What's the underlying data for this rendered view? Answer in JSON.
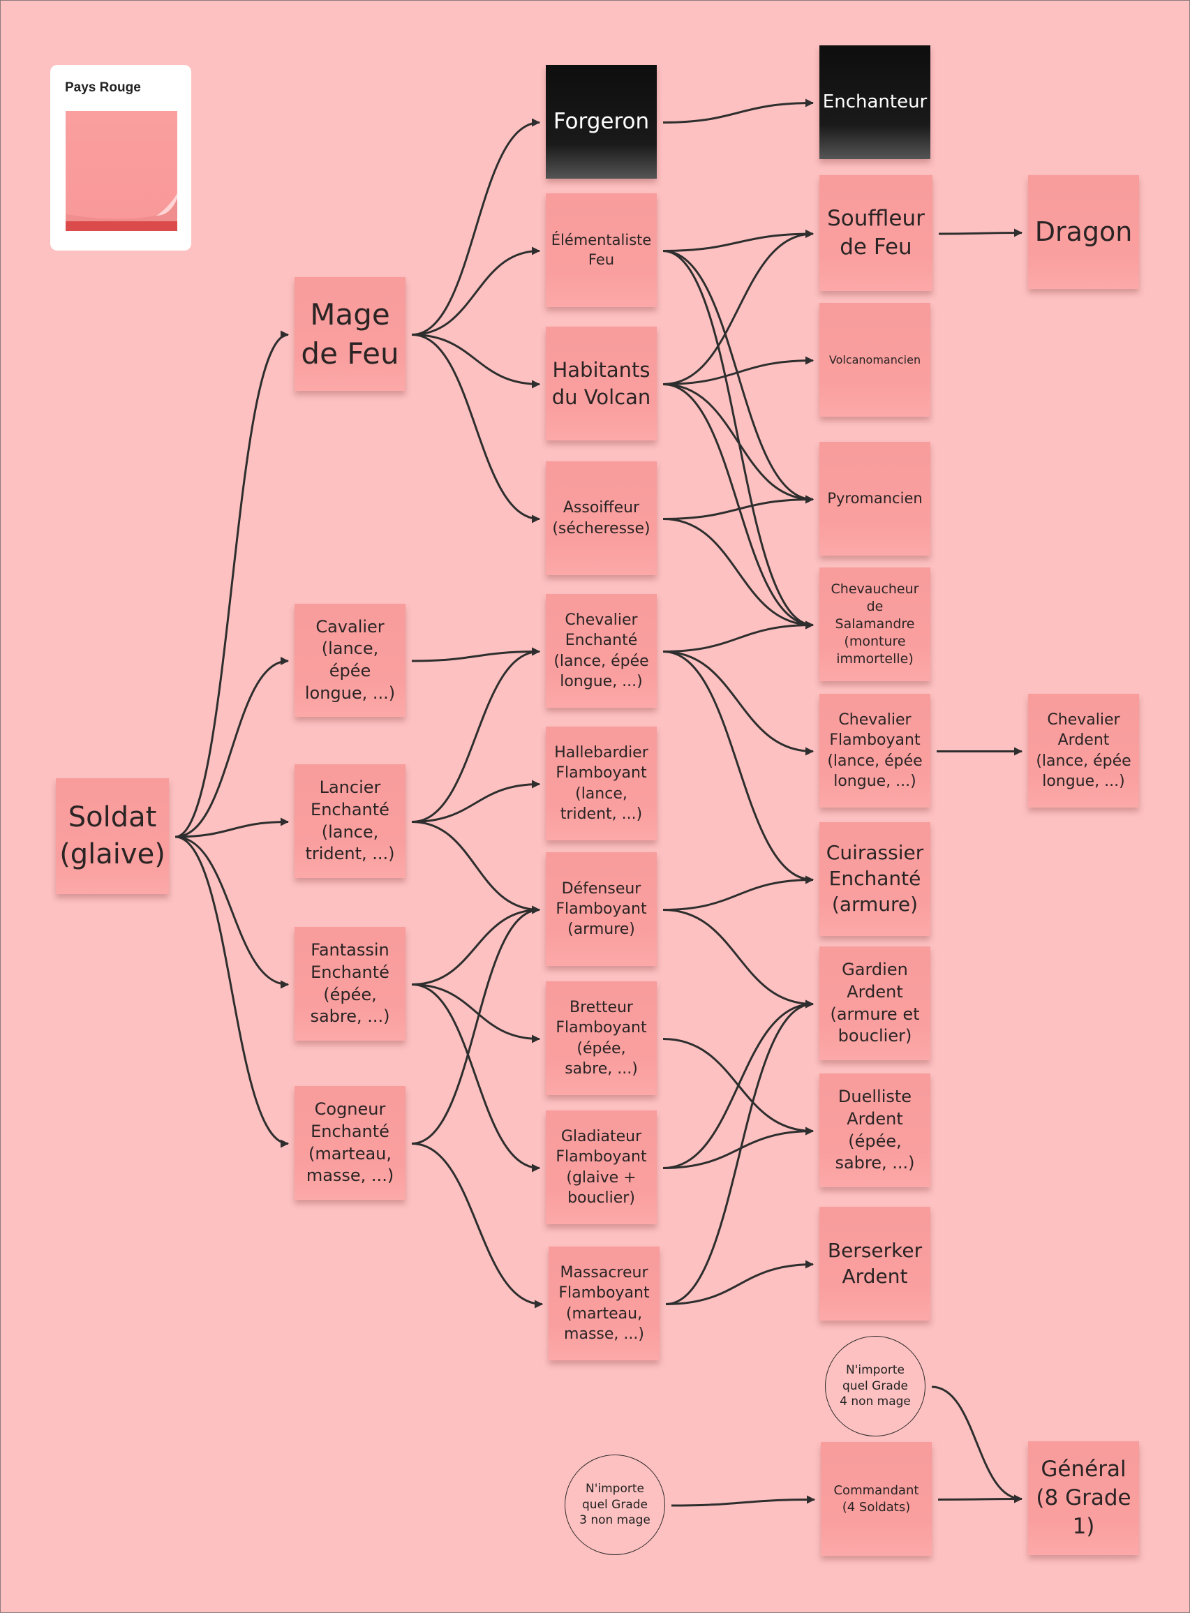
{
  "legend": {
    "title": "Pays Rouge"
  },
  "colors": {
    "note": "#fa9f9f",
    "dark_note": "#111111",
    "board": "#fdc1c1",
    "edge": "#2e2e2e"
  },
  "nodes": {
    "soldat": "Soldat\n(glaive)",
    "mage_feu": "Mage\nde Feu",
    "cavalier": "Cavalier\n(lance,\népée\nlongue, ...)",
    "lancier": "Lancier\nEnchanté\n(lance,\ntrident, ...)",
    "fantassin": "Fantassin\nEnchanté\n(épée,\nsabre, ...)",
    "cogneur": "Cogneur\nEnchanté\n(marteau,\nmasse, ...)",
    "forgeron": "Forgeron",
    "elementaliste": "Élémentaliste\nFeu",
    "habitants": "Habitants\ndu Volcan",
    "assoiffeur": "Assoiffeur\n(sécheresse)",
    "chev_enchante": "Chevalier\nEnchanté\n(lance, épée\nlongue, ...)",
    "hallebardier": "Hallebardier\nFlamboyant\n(lance,\ntrident, ...)",
    "defenseur": "Défenseur\nFlamboyant\n(armure)",
    "bretteur": "Bretteur\nFlamboyant\n(épée,\nsabre, ...)",
    "gladiateur": "Gladiateur\nFlamboyant\n(glaive +\nbouclier)",
    "massacreur": "Massacreur\nFlamboyant\n(marteau,\nmasse, ...)",
    "enchanteur": "Enchanteur",
    "souffleur": "Souffleur\nde Feu",
    "volcanomancien": "Volcanomancien",
    "pyromancien": "Pyromancien",
    "chevaucheur": "Chevaucheur\nde\nSalamandre\n(monture\nimmortelle)",
    "chev_flamboyant": "Chevalier\nFlamboyant\n(lance, épée\nlongue, ...)",
    "cuirassier": "Cuirassier\nEnchanté\n(armure)",
    "gardien": "Gardien\nArdent\n(armure et\nbouclier)",
    "duelliste": "Duelliste\nArdent\n(épée,\nsabre, ...)",
    "berserker": "Berserker\nArdent",
    "commandant": "Commandant\n(4 Soldats)",
    "dragon": "Dragon",
    "chev_ardent": "Chevalier\nArdent\n(lance, épée\nlongue, ...)",
    "general": "Général\n(8 Grade\n1)",
    "any_g4": "N'importe\nquel Grade\n4 non mage",
    "any_g3": "N'importe\nquel Grade\n3 non mage"
  },
  "edges": [
    [
      "soldat",
      "mage_feu"
    ],
    [
      "soldat",
      "cavalier"
    ],
    [
      "soldat",
      "lancier"
    ],
    [
      "soldat",
      "fantassin"
    ],
    [
      "soldat",
      "cogneur"
    ],
    [
      "mage_feu",
      "forgeron"
    ],
    [
      "mage_feu",
      "elementaliste"
    ],
    [
      "mage_feu",
      "habitants"
    ],
    [
      "mage_feu",
      "assoiffeur"
    ],
    [
      "forgeron",
      "enchanteur"
    ],
    [
      "elementaliste",
      "souffleur"
    ],
    [
      "elementaliste",
      "pyromancien"
    ],
    [
      "elementaliste",
      "chevaucheur"
    ],
    [
      "habitants",
      "souffleur"
    ],
    [
      "habitants",
      "volcanomancien"
    ],
    [
      "habitants",
      "pyromancien"
    ],
    [
      "habitants",
      "chevaucheur"
    ],
    [
      "assoiffeur",
      "pyromancien"
    ],
    [
      "assoiffeur",
      "chevaucheur"
    ],
    [
      "souffleur",
      "dragon"
    ],
    [
      "cavalier",
      "chev_enchante"
    ],
    [
      "lancier",
      "chev_enchante"
    ],
    [
      "lancier",
      "hallebardier"
    ],
    [
      "lancier",
      "defenseur"
    ],
    [
      "fantassin",
      "defenseur"
    ],
    [
      "fantassin",
      "bretteur"
    ],
    [
      "fantassin",
      "gladiateur"
    ],
    [
      "cogneur",
      "defenseur"
    ],
    [
      "cogneur",
      "massacreur"
    ],
    [
      "chev_enchante",
      "chevaucheur"
    ],
    [
      "chev_enchante",
      "chev_flamboyant"
    ],
    [
      "chev_enchante",
      "cuirassier"
    ],
    [
      "chev_flamboyant",
      "chev_ardent"
    ],
    [
      "defenseur",
      "cuirassier"
    ],
    [
      "defenseur",
      "gardien"
    ],
    [
      "bretteur",
      "duelliste"
    ],
    [
      "gladiateur",
      "gardien"
    ],
    [
      "gladiateur",
      "duelliste"
    ],
    [
      "massacreur",
      "gardien"
    ],
    [
      "massacreur",
      "berserker"
    ],
    [
      "any_g4",
      "general"
    ],
    [
      "any_g3",
      "commandant"
    ],
    [
      "commandant",
      "general"
    ]
  ]
}
